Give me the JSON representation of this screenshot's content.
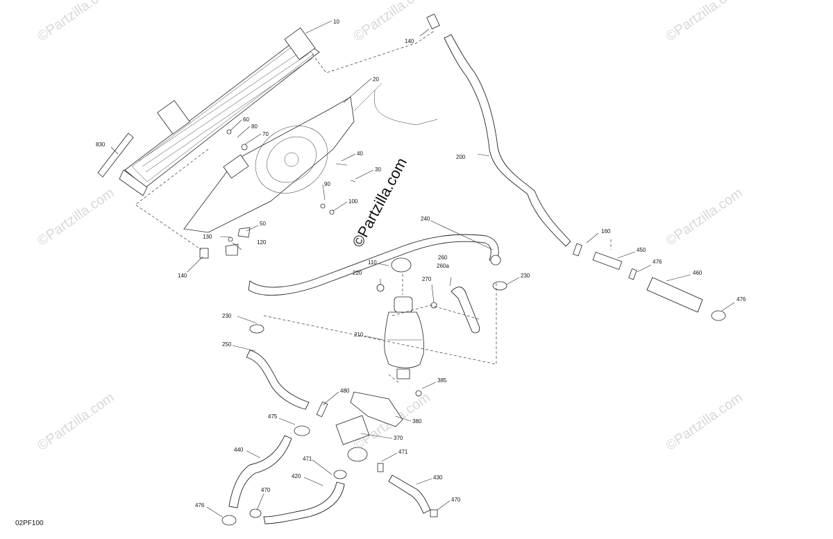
{
  "diagram_code": "02PF100",
  "watermark_main": "©Partzilla.com",
  "watermark_faint": "©Partzilla.com",
  "labels": {
    "p10": "10",
    "p20": "20",
    "p30": "30",
    "p40": "40",
    "p50": "50",
    "p60": "60",
    "p70": "70",
    "p80": "80",
    "p90": "90",
    "p100": "100",
    "p110": "110",
    "p120": "120",
    "p130": "130",
    "p140a": "140",
    "p140b": "140",
    "p160": "160",
    "p200": "200",
    "p210": "210",
    "p220": "220",
    "p230a": "230",
    "p230b": "230",
    "p240": "240",
    "p250": "250",
    "p260": "260",
    "p260a": "260a",
    "p270": "270",
    "p370": "370",
    "p380": "380",
    "p385": "385",
    "p420": "420",
    "p430": "430",
    "p440": "440",
    "p450": "450",
    "p460": "460",
    "p470a": "470",
    "p470b": "470",
    "p471a": "471",
    "p471b": "471",
    "p475": "475",
    "p476a": "476",
    "p476b": "476",
    "p476c": "476",
    "p480": "480",
    "p830": "830"
  }
}
